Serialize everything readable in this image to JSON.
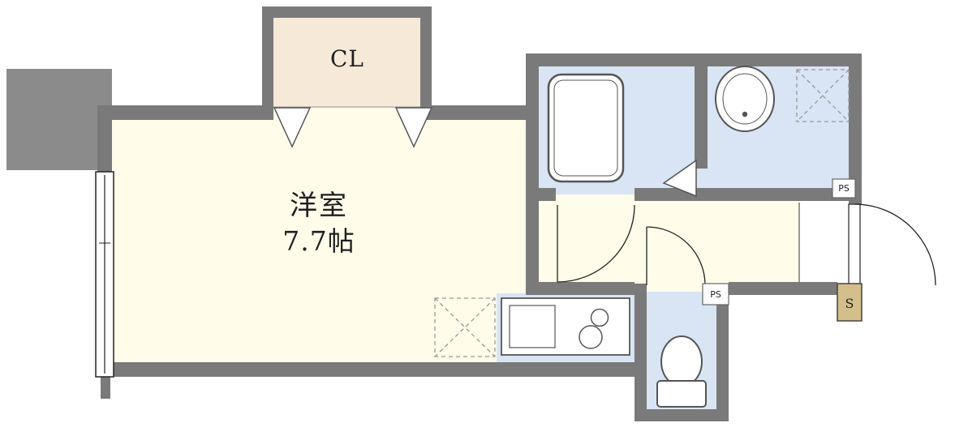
{
  "colors": {
    "wall": "#7a7a7a",
    "balcony": "#8b8b8b",
    "room_floor": "#fffcea",
    "closet_floor": "#f6e9d8",
    "wet_floor": "#d9e4f4",
    "entrance_floor": "#ffffff",
    "shoe_box": "#d4be8c"
  },
  "labels": {
    "closet": "CL",
    "room_name": "洋室",
    "room_size": "7.7帖",
    "ps_washroom": "PS",
    "ps_toilet": "PS",
    "shoe_box": "S"
  }
}
